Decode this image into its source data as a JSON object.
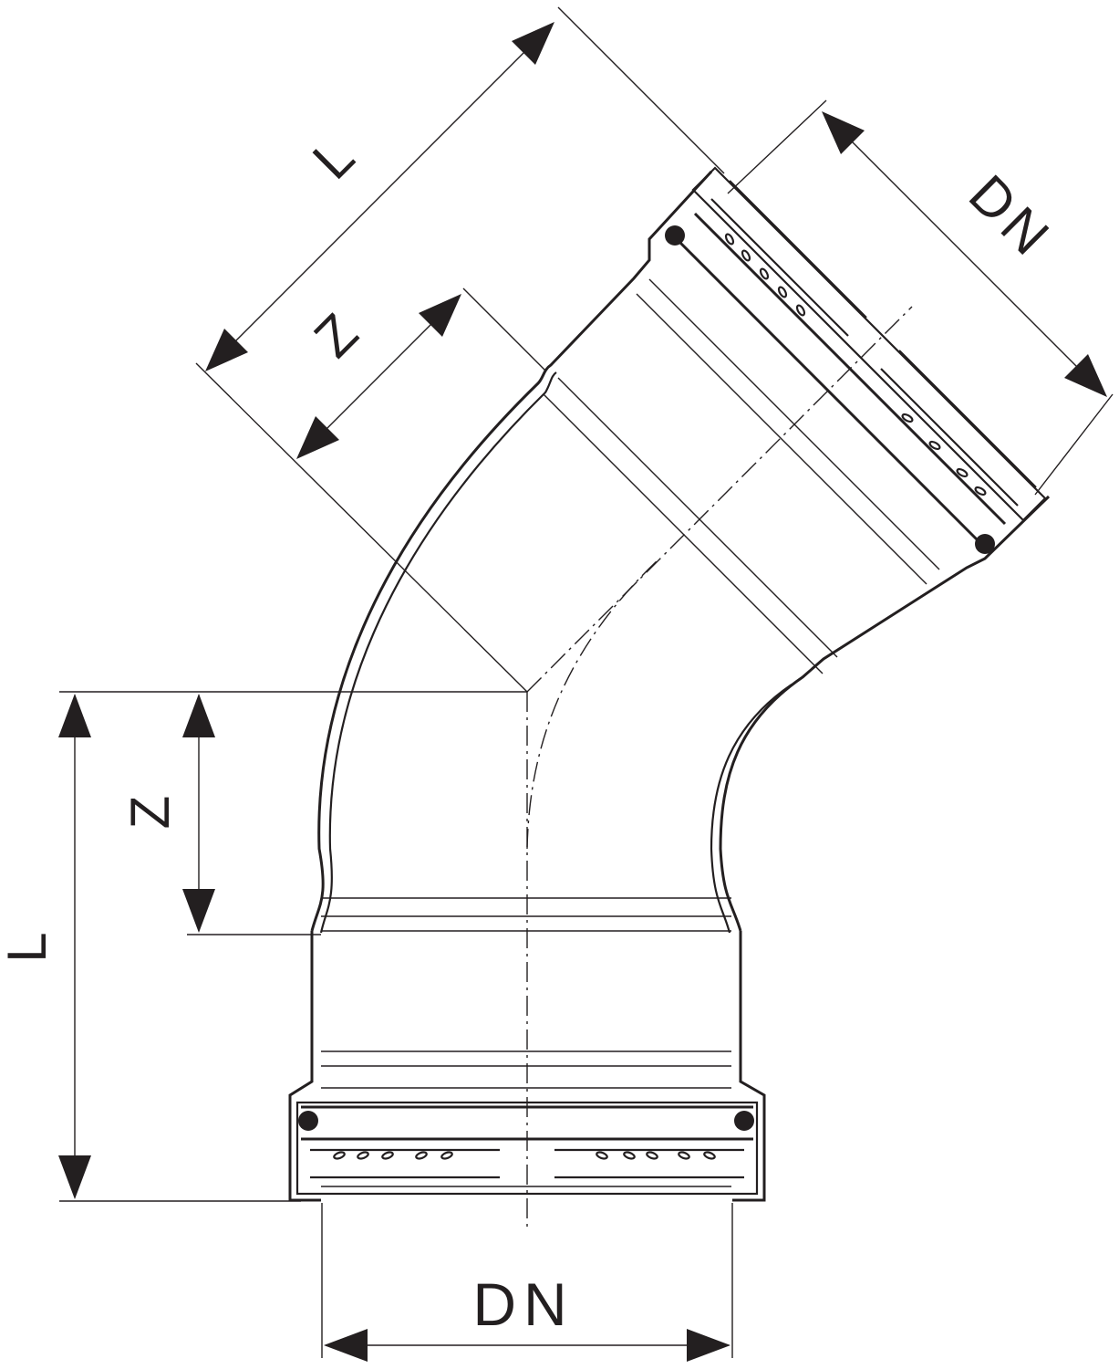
{
  "diagram": {
    "labels": {
      "bottom_L": "L",
      "bottom_Z": "Z",
      "bottom_DN": "DN",
      "top_L": "L",
      "top_Z": "Z",
      "top_DN": "DN"
    },
    "colors": {
      "line": "#231f20",
      "background": "#ffffff"
    }
  }
}
